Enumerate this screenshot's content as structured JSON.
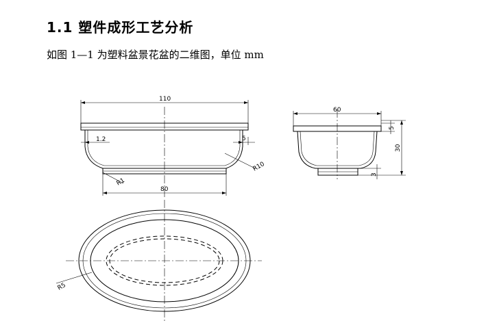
{
  "section_heading": "1.1 塑件成形工艺分析",
  "caption": "如图 1—1 为塑料盆景花盆的二维图，单位 mm",
  "front_view": {
    "dim_overall_width": "110",
    "dim_rim_step": "1.2",
    "dim_right_step": "5",
    "dim_corner_radius": "R10",
    "dim_foot_radius": "R1",
    "dim_base_width": "80"
  },
  "side_view": {
    "dim_width": "60",
    "dim_rim": "5",
    "dim_height": "30",
    "dim_foot": "3"
  },
  "top_view": {
    "dim_radius": "R5"
  }
}
